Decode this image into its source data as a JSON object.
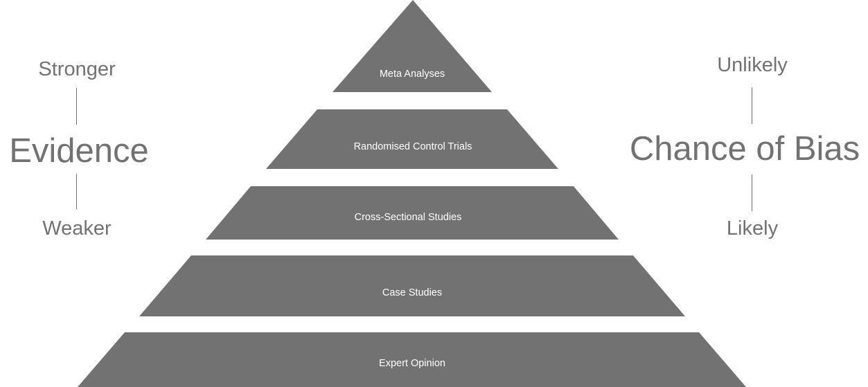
{
  "colors": {
    "tier_fill": "#727272",
    "tier_text": "#ffffff",
    "side_text": "#727272",
    "background": "#ffffff"
  },
  "pyramid": {
    "tiers": [
      {
        "label": "Meta Analyses"
      },
      {
        "label": "Randomised Control Trials"
      },
      {
        "label": "Cross-Sectional Studies"
      },
      {
        "label": "Case Studies"
      },
      {
        "label": "Expert Opinion"
      }
    ]
  },
  "left_scale": {
    "top": "Stronger",
    "title": "Evidence",
    "bottom": "Weaker"
  },
  "right_scale": {
    "top": "Unlikely",
    "title": "Chance of Bias",
    "bottom": "Likely"
  }
}
